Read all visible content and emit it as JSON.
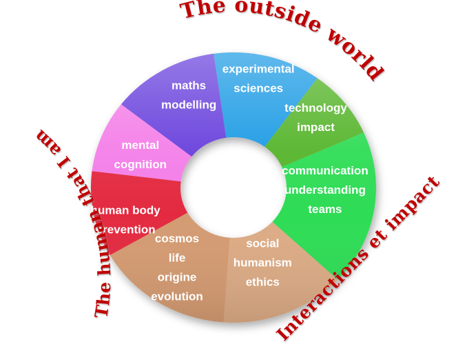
{
  "titles": {
    "top": "The outside world",
    "left": "The human that I am",
    "right": "Interactions et impact",
    "color": "#c00000"
  },
  "chart_data": {
    "type": "pie",
    "variant": "donut",
    "legend": false,
    "groups": [
      {
        "label": "The outside world",
        "position": "top"
      },
      {
        "label": "The human that I am",
        "position": "left"
      },
      {
        "label": "Interactions et impact",
        "position": "bottom-right"
      }
    ],
    "segments": [
      {
        "id": "experimental-sciences",
        "lines": [
          "experimental",
          "sciences"
        ],
        "color": "#1e9be4",
        "start": -8,
        "end": 36,
        "label_angle": 13,
        "label_r": 161
      },
      {
        "id": "technology-impact",
        "lines": [
          "technology",
          "impact"
        ],
        "color": "#55b42c",
        "start": 36,
        "end": 66,
        "label_angle": 50,
        "label_r": 156
      },
      {
        "id": "communication-understanding-teams",
        "lines": [
          "communication",
          "understanding",
          "teams"
        ],
        "color": "#2fdc55",
        "start": 66,
        "end": 133,
        "label_angle": 92,
        "label_r": 133
      },
      {
        "id": "social-humanism-ethics",
        "lines": [
          "social",
          "humanism",
          "ethics"
        ],
        "color": "#dcab85",
        "start": 133,
        "end": 184,
        "label_angle": 159,
        "label_r": 118
      },
      {
        "id": "cosmos-life-origine-evolution",
        "lines": [
          "cosmos",
          "life",
          "origine",
          "evolution"
        ],
        "color": "#d49b72",
        "start": 184,
        "end": 240,
        "label_angle": 215,
        "label_r": 143
      },
      {
        "id": "human-body-prevention",
        "lines": [
          "human body",
          "prevention"
        ],
        "color": "#e32c40",
        "start": 240,
        "end": 277,
        "label_angle": 253,
        "label_r": 164
      },
      {
        "id": "mental-cognition",
        "lines": [
          "mental",
          "cognition"
        ],
        "color": "#f47ee8",
        "start": 277,
        "end": 308,
        "label_angle": 289,
        "label_r": 143
      },
      {
        "id": "maths-modelling",
        "lines": [
          "maths",
          "modelling"
        ],
        "color": "#6840dc",
        "start": 308,
        "end": 352,
        "label_angle": 334,
        "label_r": 148
      }
    ]
  }
}
